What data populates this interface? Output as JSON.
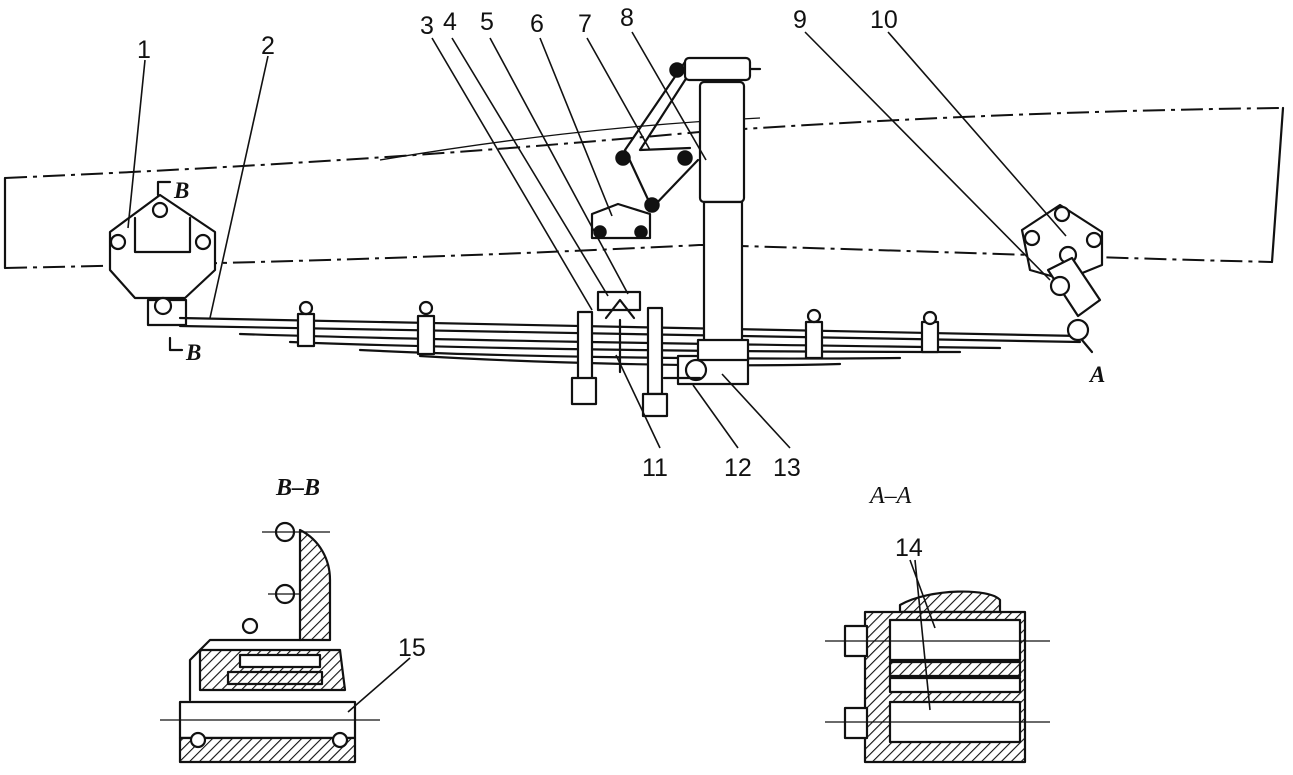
{
  "callouts": [
    "1",
    "2",
    "3",
    "4",
    "5",
    "6",
    "7",
    "8",
    "9",
    "10",
    "11",
    "12",
    "13",
    "14",
    "15"
  ],
  "section_marks": {
    "b_top": "B",
    "b_bottom": "B",
    "a": "A"
  },
  "section_titles": {
    "bb": "B–B",
    "aa": "A–A"
  }
}
